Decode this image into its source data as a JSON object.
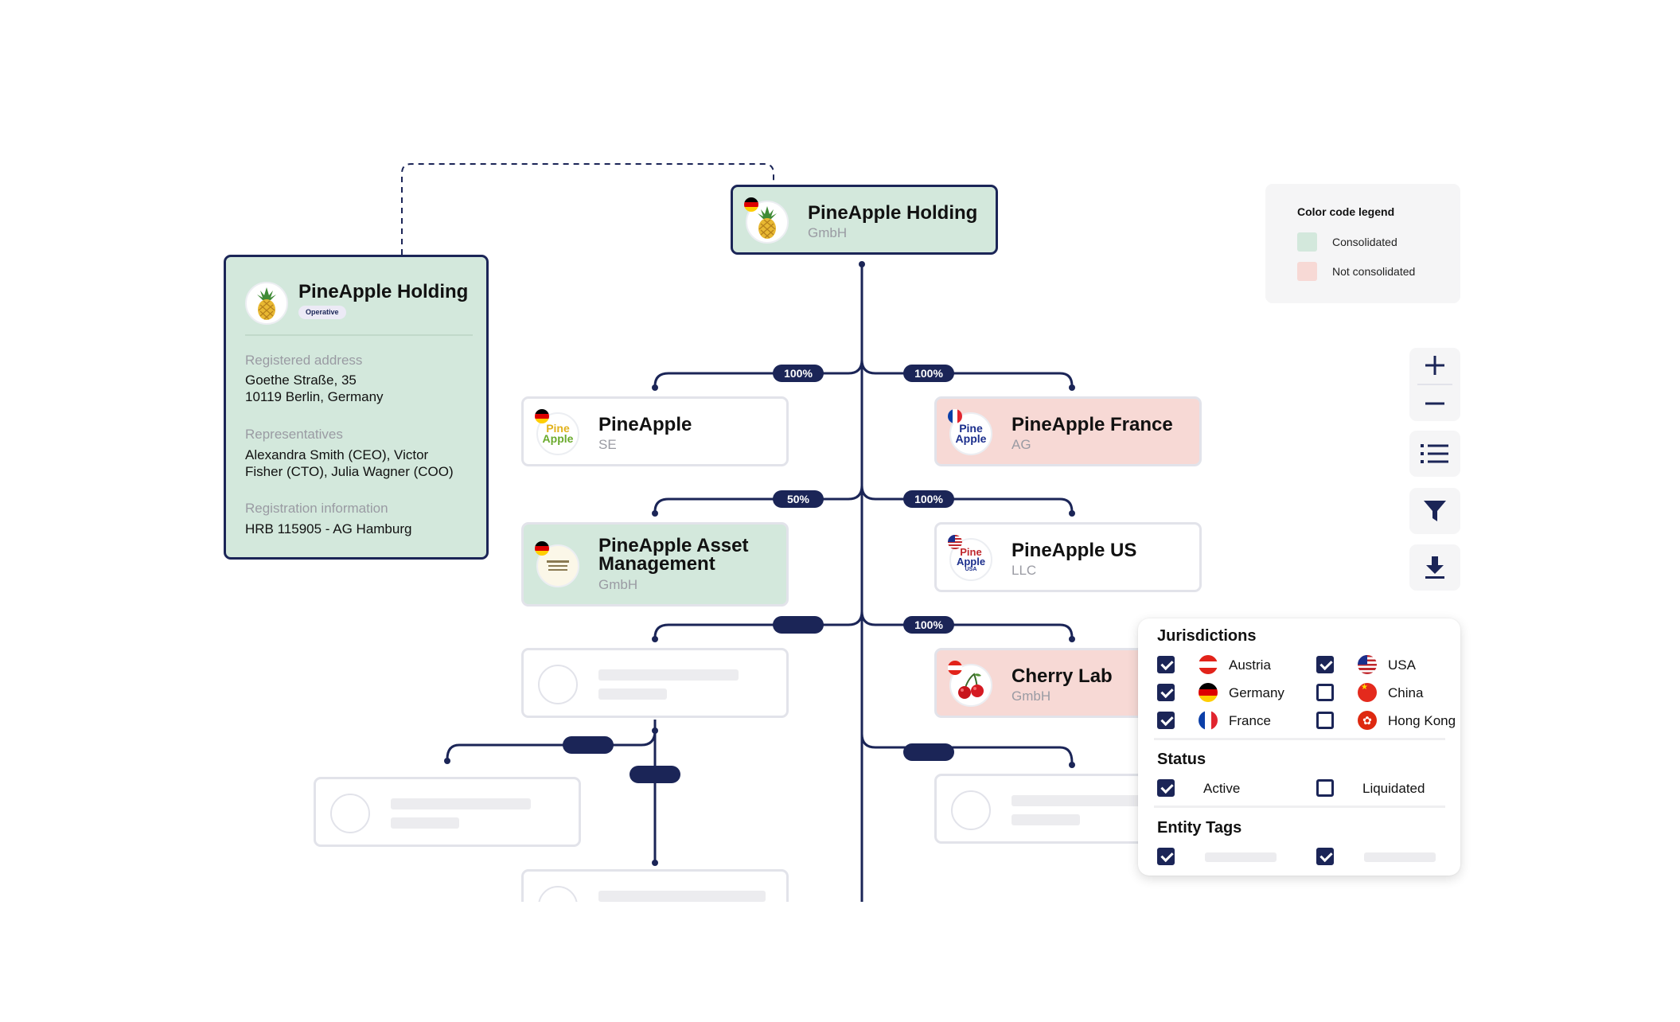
{
  "colors": {
    "navy": "#1b2557",
    "consolidated": "#d3e8dc",
    "not_consolidated": "#f7d9d5",
    "placeholder": "#ececef"
  },
  "legend": {
    "title": "Color code legend",
    "items": [
      {
        "label": "Consolidated",
        "color": "#d3e8dc"
      },
      {
        "label": "Not consolidated",
        "color": "#f7d9d5"
      }
    ]
  },
  "nodes": {
    "holding": {
      "name": "PineApple Holding",
      "type": "GmbH",
      "jurisdiction": "Germany",
      "logo": "pineapple-icon"
    },
    "pineapple_se": {
      "name": "PineApple",
      "type": "SE",
      "jurisdiction": "Germany",
      "logo": "pineapple-text-logo",
      "logo_text": "Pine Apple"
    },
    "france": {
      "name": "PineApple France",
      "type": "AG",
      "jurisdiction": "France",
      "logo": "pineapple-france-logo",
      "logo_text": "Pine Apple"
    },
    "asset_mgmt": {
      "name": "PineApple Asset Management",
      "type": "GmbH",
      "jurisdiction": "Germany",
      "logo": "asset-management-logo"
    },
    "us": {
      "name": "PineApple US",
      "type": "LLC",
      "jurisdiction": "USA",
      "logo": "pineapple-usa-logo",
      "logo_text": "Pine Apple",
      "logo_sub": "USA"
    },
    "cherry": {
      "name": "Cherry Lab",
      "type": "GmbH",
      "jurisdiction": "Austria",
      "logo": "cherry-icon"
    }
  },
  "ownership": {
    "holding_to_se": "100%",
    "holding_to_france": "100%",
    "holding_to_asset_mgmt": "50%",
    "holding_to_us": "100%",
    "holding_to_cherry": "100%"
  },
  "detail_card": {
    "name": "PineApple Holding",
    "status_badge": "Operative",
    "address_label": "Registered address",
    "address": "Goethe Straße, 35\n10119 Berlin, Germany",
    "representatives_label": "Representatives",
    "representatives": "Alexandra Smith (CEO), Victor\nFisher (CTO), Julia Wagner (COO)",
    "registration_label": "Registration information",
    "registration": "HRB 115905 - AG Hamburg"
  },
  "toolbar": {
    "zoom_in": "plus-icon",
    "zoom_out": "minus-icon",
    "list": "list-icon",
    "filter": "filter-icon",
    "download": "download-icon"
  },
  "filters": {
    "jurisdictions_title": "Jurisdictions",
    "jurisdictions": [
      {
        "label": "Austria",
        "checked": true,
        "flag": "austria-flag"
      },
      {
        "label": "USA",
        "checked": true,
        "flag": "usa-flag"
      },
      {
        "label": "Germany",
        "checked": true,
        "flag": "germany-flag"
      },
      {
        "label": "China",
        "checked": false,
        "flag": "china-flag"
      },
      {
        "label": "France",
        "checked": true,
        "flag": "france-flag"
      },
      {
        "label": "Hong Kong",
        "checked": false,
        "flag": "hong-kong-flag"
      }
    ],
    "status_title": "Status",
    "status": [
      {
        "label": "Active",
        "checked": true
      },
      {
        "label": "Liquidated",
        "checked": false
      }
    ],
    "tags_title": "Entity Tags",
    "tags": [
      {
        "checked": true
      },
      {
        "checked": true
      }
    ]
  }
}
